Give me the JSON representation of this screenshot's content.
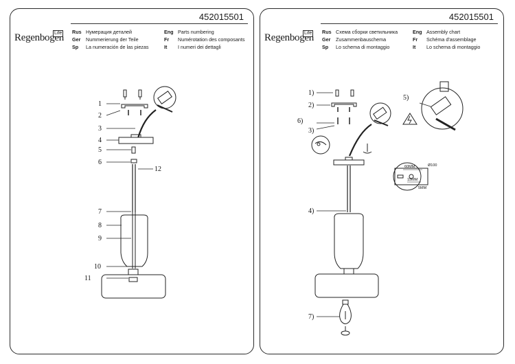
{
  "brand": {
    "name": "Regenbogen",
    "sub": "Life"
  },
  "left": {
    "code": "452015501",
    "langs": [
      {
        "code": "Rus",
        "text": "Нумерация деталей"
      },
      {
        "code": "Ger",
        "text": "Nummerierung der Teile"
      },
      {
        "code": "Sp",
        "text": "La numeración de las piezas"
      },
      {
        "code": "Eng",
        "text": "Parts numbering"
      },
      {
        "code": "Fr",
        "text": "Numérotation des composants"
      },
      {
        "code": "It",
        "text": "I numeri dei dettagli"
      }
    ],
    "labels": [
      "1",
      "2",
      "3",
      "4",
      "5",
      "6",
      "7",
      "8",
      "9",
      "10",
      "11",
      "12"
    ]
  },
  "right": {
    "code": "452015501",
    "langs": [
      {
        "code": "Rus",
        "text": "Схема сборки светильника"
      },
      {
        "code": "Ger",
        "text": "Zusammenbauschema"
      },
      {
        "code": "Sp",
        "text": "Lo schema di montaggio"
      },
      {
        "code": "Eng",
        "text": "Assembly chart"
      },
      {
        "code": "Fr",
        "text": "Schéma d'assemblage"
      },
      {
        "code": "It",
        "text": "Lo schema di montaggio"
      }
    ],
    "steps": [
      "1)",
      "2)",
      "3)",
      "4)",
      "5)",
      "6)",
      "7)"
    ],
    "dims": {
      "d1": "60MM",
      "d2": "Ø100",
      "d3": "15MM",
      "d4": "5MM"
    }
  }
}
